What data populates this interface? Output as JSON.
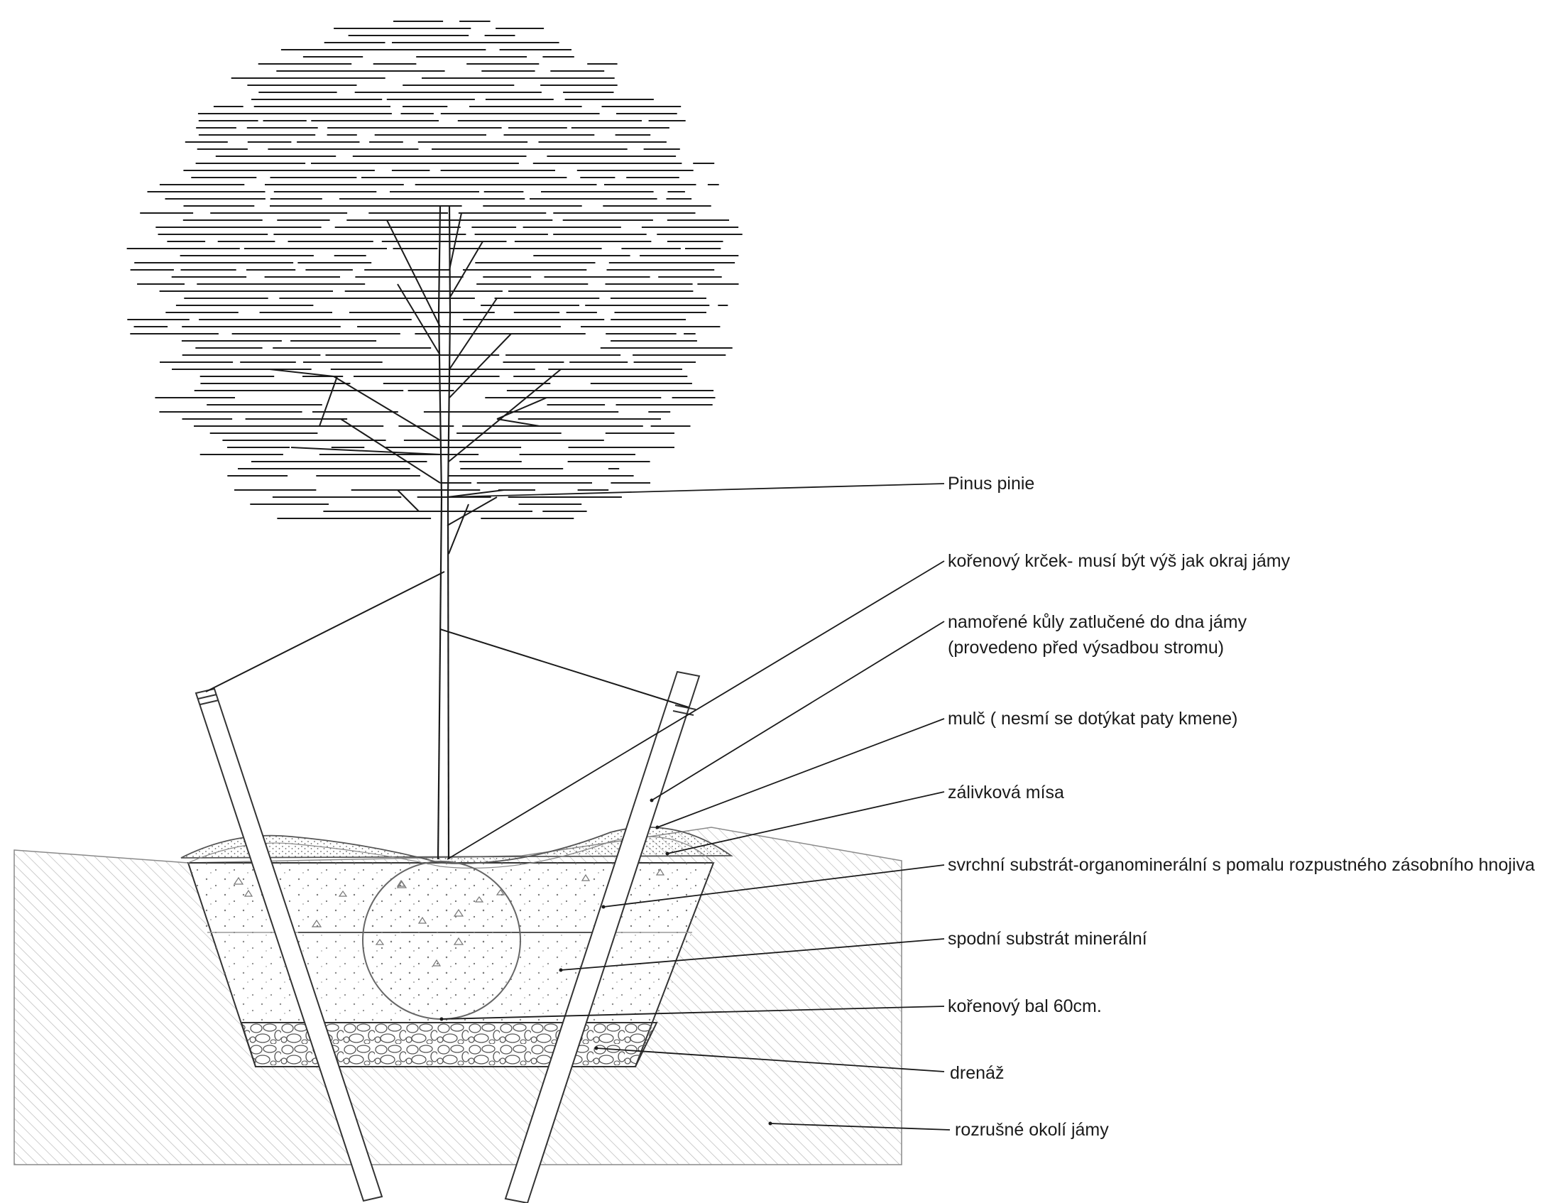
{
  "labels": {
    "pinus": "Pinus pinie",
    "krcek": "kořenový krček- musí být výš jak okraj jámy",
    "kuly_1": "namořené kůly zatlučené do dna jámy",
    "kuly_2": "(provedeno před výsadbou stromu)",
    "mulc": "mulč ( nesmí se dotýkat paty kmene)",
    "misa": "zálivková mísa",
    "svrchni": "svrchní substrát-organominerální s pomalu rozpustného zásobního hnojiva",
    "spodni": "spodní substrát minerální",
    "bal": "kořenový bal 60cm.",
    "drenaz": "drenáž",
    "okoli": "rozrušné okolí jámy"
  }
}
